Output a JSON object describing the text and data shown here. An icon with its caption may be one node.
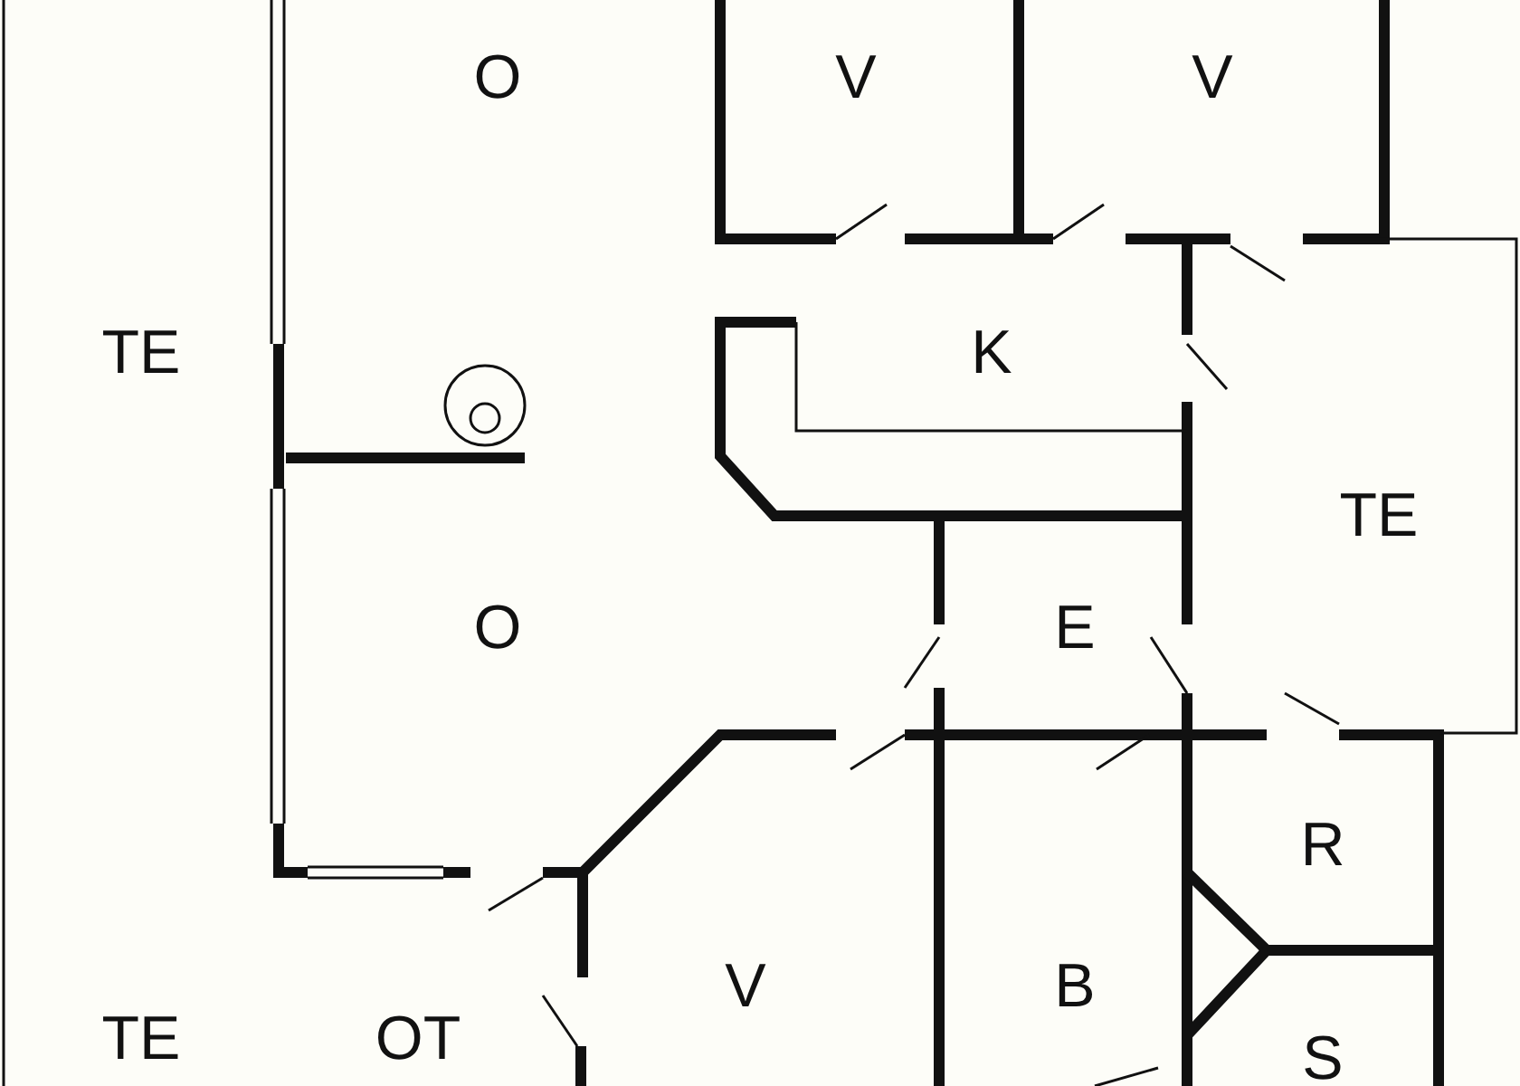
{
  "diagram": {
    "labels": [
      "O",
      "V",
      "V",
      "TE",
      "K",
      "TE",
      "O",
      "E",
      "R",
      "V",
      "B",
      "TE",
      "OT",
      "S"
    ]
  }
}
